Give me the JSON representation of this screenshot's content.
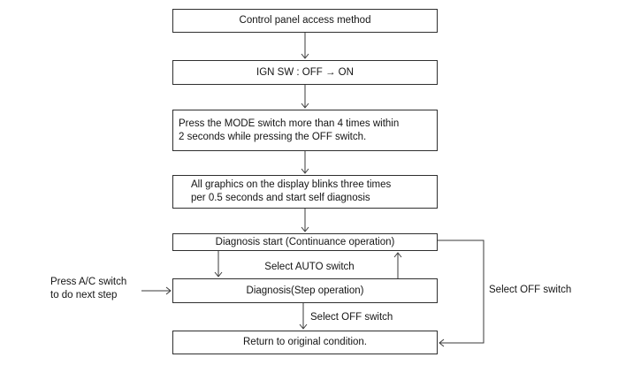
{
  "diagram": {
    "type": "flowchart",
    "title": "Control panel access method",
    "boxes": [
      {
        "id": "title",
        "lines": [
          "Control panel access method"
        ]
      },
      {
        "id": "ign-sw",
        "lines": [
          "IGN SW : OFF → ON"
        ]
      },
      {
        "id": "mode-switch",
        "lines": [
          "Press the MODE switch more than 4 times within",
          "2 seconds while pressing the OFF switch."
        ]
      },
      {
        "id": "display-blink",
        "lines": [
          "All graphics on the display blinks three times",
          "per 0.5 seconds and start self diagnosis"
        ]
      },
      {
        "id": "diagnosis-start",
        "lines": [
          "Diagnosis start (Continuance operation)"
        ]
      },
      {
        "id": "diagnosis-step",
        "lines": [
          "Diagnosis(Step operation)"
        ]
      },
      {
        "id": "return",
        "lines": [
          "Return to original condition."
        ]
      }
    ],
    "labels": {
      "select_auto": "Select AUTO switch",
      "select_off_mid": "Select OFF switch",
      "select_off_right": "Select OFF switch",
      "press_ac_line1": "Press A/C switch",
      "press_ac_line2": "to do next step"
    },
    "colors": {
      "background": "#ffffff",
      "box_border": "#2f2f2f",
      "connector_line": "#3a3a3a",
      "text": "#141414"
    }
  }
}
